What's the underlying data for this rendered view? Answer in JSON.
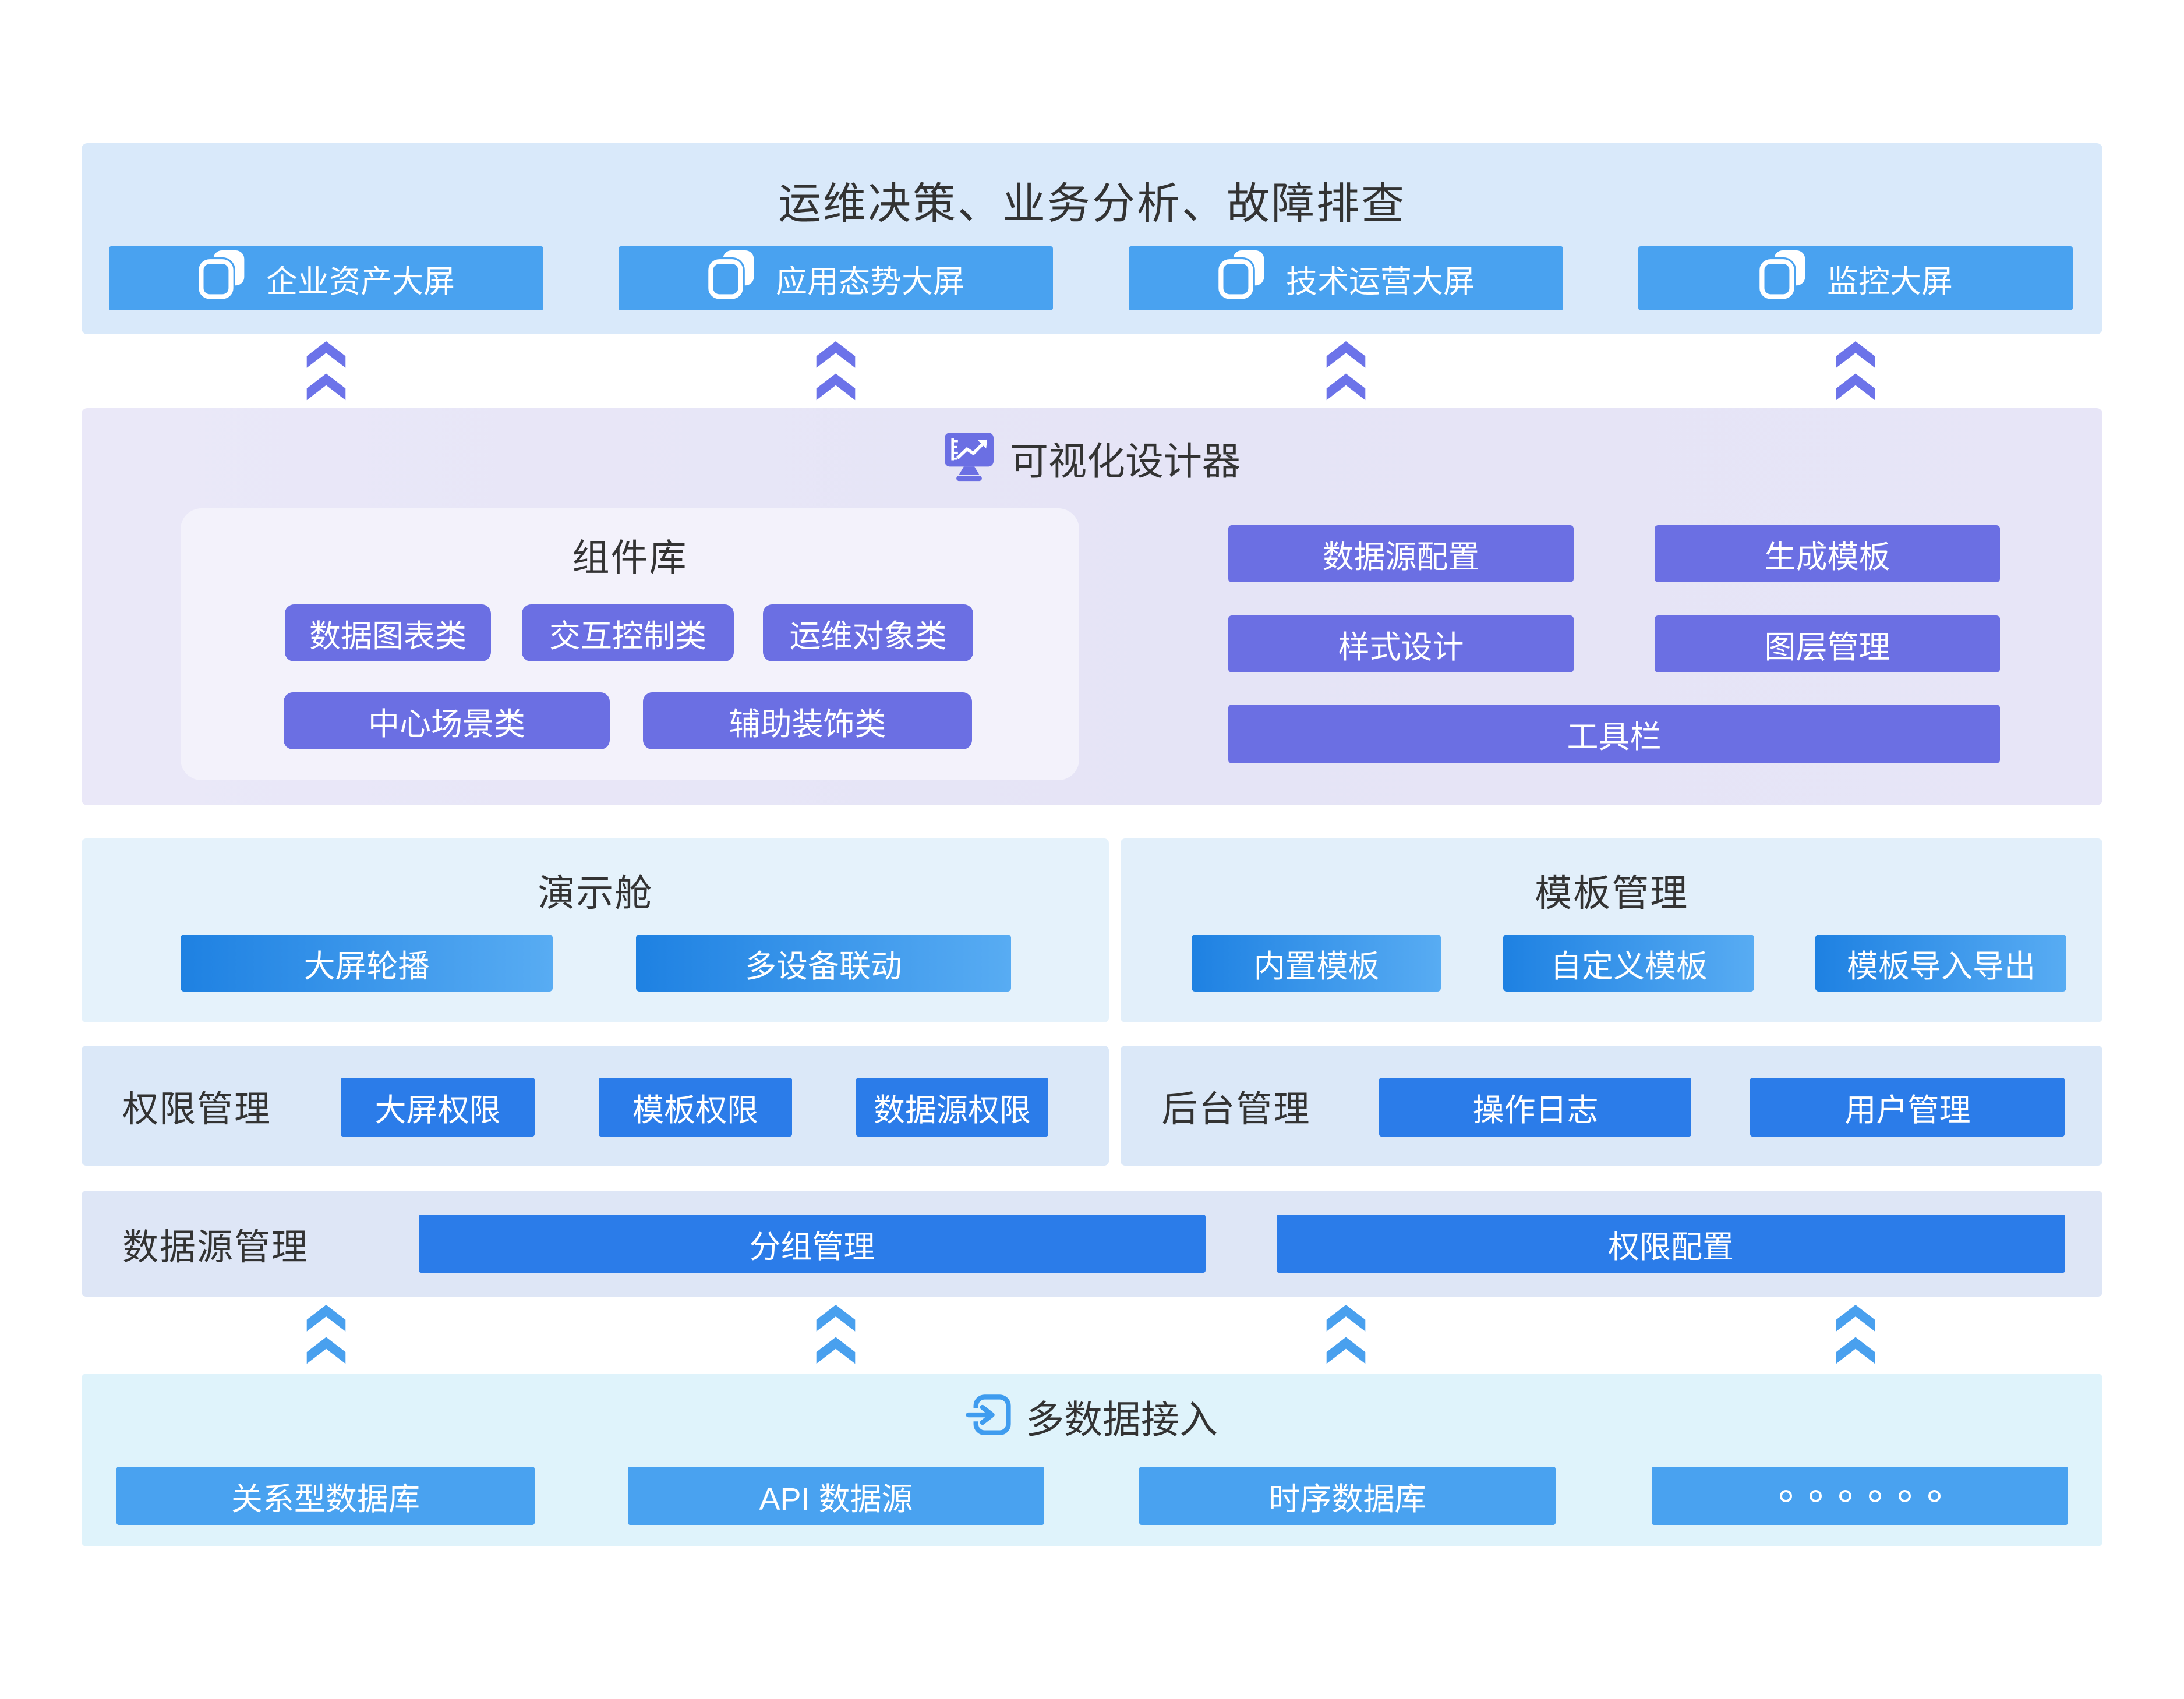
{
  "top": {
    "title": "运维决策、业务分析、故障排查",
    "buttons": [
      "企业资产大屏",
      "应用态势大屏",
      "技术运营大屏",
      "监控大屏"
    ]
  },
  "designer": {
    "title": "可视化设计器",
    "library": {
      "title": "组件库",
      "row1": [
        "数据图表类",
        "交互控制类",
        "运维对象类"
      ],
      "row2": [
        "中心场景类",
        "辅助装饰类"
      ]
    },
    "config_buttons": [
      "数据源配置",
      "生成模板",
      "样式设计",
      "图层管理"
    ],
    "toolbar": "工具栏"
  },
  "demo": {
    "title": "演示舱",
    "buttons": [
      "大屏轮播",
      "多设备联动"
    ]
  },
  "templates": {
    "title": "模板管理",
    "buttons": [
      "内置模板",
      "自定义模板",
      "模板导入导出"
    ]
  },
  "permissions": {
    "label": "权限管理",
    "buttons": [
      "大屏权限",
      "模板权限",
      "数据源权限"
    ]
  },
  "backend": {
    "label": "后台管理",
    "buttons": [
      "操作日志",
      "用户管理"
    ]
  },
  "datasource": {
    "label": "数据源管理",
    "buttons": [
      "分组管理",
      "权限配置"
    ]
  },
  "access": {
    "title": "多数据接入",
    "buttons": [
      "关系型数据库",
      "API 数据源",
      "时序数据库"
    ],
    "more_dots": 6
  },
  "colors": {
    "flat_blue": "#49A2F0",
    "solid_blue": "#2B7CE9",
    "purple": "#6B6FE3",
    "purple_arrow": "#6C73E9",
    "blue_arrow": "#49A0EE",
    "gradient_from": "#1E81E2",
    "gradient_to": "#58ACF3",
    "top_panel_bg": "#D9E9FA",
    "designer_bg": "#E7E6F7",
    "library_bg": "#F3F2FB",
    "demo_bg": "#E5F2FB",
    "template_bg": "#E2EFFA",
    "perm_bg": "#DBE8F8",
    "datasource_bg": "#DEE6F6",
    "access_bg": "#DFF3FB",
    "text_dark": "#333333"
  }
}
